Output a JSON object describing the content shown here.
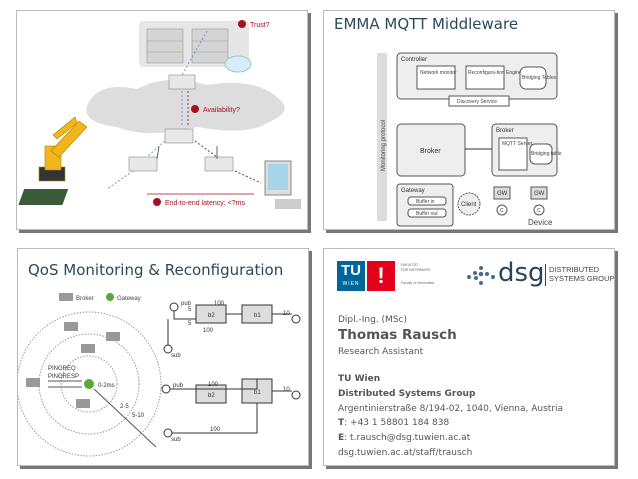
{
  "slides": [
    {
      "labels": {
        "trust": "Trust?",
        "availability": "Availability?",
        "latency": "End-to-end latency: <?ms"
      }
    },
    {
      "title": "EMMA MQTT Middleware",
      "diagram": {
        "controller": "Controller",
        "network_monitor": "Network monitor",
        "reconfig_engine": "Reconfigura-tion Engine",
        "bridging_tables": "Bridging Tables",
        "discovery": "Discovery Service",
        "monitoring": "Monitoring protocol",
        "broker_big": "Broker",
        "broker": "Broker",
        "mqtt_server": "MQTT Server",
        "bridging_table": "Bridging table",
        "gateway": "Gateway",
        "buffer_in": "Buffer in",
        "buffer_out": "Buffer out",
        "client": "Client",
        "gw": "GW",
        "c": "C",
        "device": "Device"
      }
    },
    {
      "title": "QoS Monitoring & Reconfiguration",
      "legend": {
        "broker": "Broker",
        "gateway": "Gateway"
      },
      "labels": {
        "pingreq": "PINGREQ",
        "pingresp": "PINGRESP",
        "r1": "0-2ms",
        "r2": "2-5",
        "r3": "5-10",
        "pub": "pub",
        "sub": "sub",
        "b1": "b1",
        "b2": "b2",
        "n100": "100",
        "n5": "5",
        "n10": "10"
      }
    },
    {
      "logos": {
        "tu": "TU",
        "wien": "WIEN",
        "faculty1": "FAKULTÄT",
        "faculty2": "FÜR INFORMATIK",
        "faculty3": "Faculty of Informatics",
        "dsg": "dsg",
        "dsg_name1": "DISTRIBUTED",
        "dsg_name2": "SYSTEMS GROUP"
      },
      "degree": "Dipl.-Ing. (MSc)",
      "name": "Thomas Rausch",
      "role": "Research Assistant",
      "org1": "TU Wien",
      "org2": "Distributed Systems Group",
      "address": "Argentinierstraße 8/194-02, 1040, Vienna, Austria",
      "phone_label": "T",
      "phone": ": +43 1 58801 184 838",
      "email_label": "E",
      "email": ": t.rausch@dsg.tuwien.ac.at",
      "web": "dsg.tuwien.ac.at/staff/trausch"
    }
  ],
  "colors": {
    "alert": "#a3121e",
    "tu_blue": "#006699",
    "tu_red": "#e2001a",
    "gateway": "#5aa83a",
    "title": "#2a4a5a"
  }
}
